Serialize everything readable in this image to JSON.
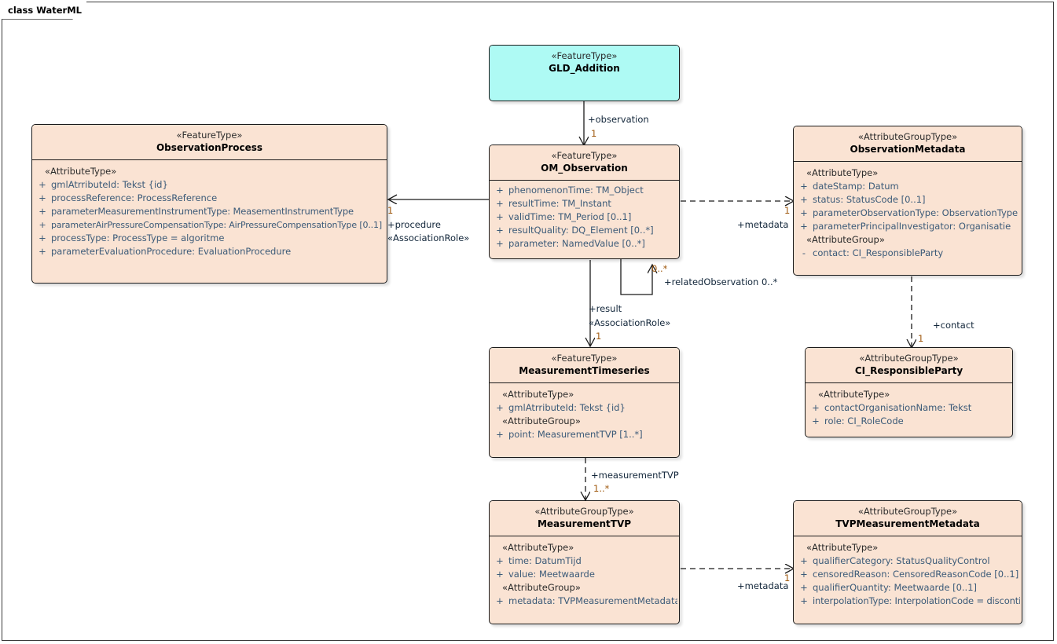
{
  "diagram": {
    "frame_label": "class WaterML",
    "colors": {
      "class_fill": "#fae3d3",
      "highlight_fill": "#aefaf4",
      "border": "#1b1b1b",
      "attribute_text": "#3b5a78",
      "multiplicity_text": "#a05a10"
    }
  },
  "classes": [
    {
      "id": "gld_addition",
      "stereotype": "«FeatureType»",
      "name": "GLD_Addition",
      "highlight": true,
      "compartments": []
    },
    {
      "id": "observation_process",
      "stereotype": "«FeatureType»",
      "name": "ObservationProcess",
      "highlight": false,
      "compartments": [
        {
          "group": "«AttributeType»",
          "attributes": [
            {
              "vis": "+",
              "text": "gmlAtrributeId: Tekst {id}"
            },
            {
              "vis": "+",
              "text": "processReference: ProcessReference"
            },
            {
              "vis": "+",
              "text": "parameterMeasurementInstrumentType: MeasementInstrumentType"
            },
            {
              "vis": "+",
              "text": "parameterAirPressureCompensationType: AirPressureCompensationType [0..1]"
            },
            {
              "vis": "+",
              "text": "processType: ProcessType = algoritme"
            },
            {
              "vis": "+",
              "text": "parameterEvaluationProcedure: EvaluationProcedure"
            }
          ]
        }
      ]
    },
    {
      "id": "om_observation",
      "stereotype": "«FeatureType»",
      "name": "OM_Observation",
      "highlight": false,
      "compartments": [
        {
          "group": null,
          "attributes": [
            {
              "vis": "+",
              "text": "phenomenonTime: TM_Object"
            },
            {
              "vis": "+",
              "text": "resultTime: TM_Instant"
            },
            {
              "vis": "+",
              "text": "validTime: TM_Period [0..1]"
            },
            {
              "vis": "+",
              "text": "resultQuality: DQ_Element [0..*]"
            },
            {
              "vis": "+",
              "text": "parameter: NamedValue [0..*]"
            }
          ]
        }
      ]
    },
    {
      "id": "observation_metadata",
      "stereotype": "«AttributeGroupType»",
      "name": "ObservationMetadata",
      "highlight": false,
      "compartments": [
        {
          "group": "«AttributeType»",
          "attributes": [
            {
              "vis": "+",
              "text": "dateStamp: Datum"
            },
            {
              "vis": "+",
              "text": "status: StatusCode [0..1]"
            },
            {
              "vis": "+",
              "text": "parameterObservationType: ObservationType"
            },
            {
              "vis": "+",
              "text": "parameterPrincipalInvestigator: Organisatie"
            }
          ]
        },
        {
          "group": "«AttributeGroup»",
          "attributes": [
            {
              "vis": "-",
              "text": "contact: CI_ResponsibleParty"
            }
          ]
        }
      ]
    },
    {
      "id": "ci_responsible_party",
      "stereotype": "«AttributeGroupType»",
      "name": "CI_ResponsibleParty",
      "highlight": false,
      "compartments": [
        {
          "group": "«AttributeType»",
          "attributes": [
            {
              "vis": "+",
              "text": "contactOrganisationName: Tekst"
            },
            {
              "vis": "+",
              "text": "role: CI_RoleCode"
            }
          ]
        }
      ]
    },
    {
      "id": "measurement_timeseries",
      "stereotype": "«FeatureType»",
      "name": "MeasurementTimeseries",
      "highlight": false,
      "compartments": [
        {
          "group": "«AttributeType»",
          "attributes": [
            {
              "vis": "+",
              "text": "gmlAtrributeId: Tekst {id}"
            }
          ]
        },
        {
          "group": "«AttributeGroup»",
          "attributes": [
            {
              "vis": "+",
              "text": "point: MeasurementTVP [1..*]"
            }
          ]
        }
      ]
    },
    {
      "id": "measurement_tvp",
      "stereotype": "«AttributeGroupType»",
      "name": "MeasurementTVP",
      "highlight": false,
      "compartments": [
        {
          "group": "«AttributeType»",
          "attributes": [
            {
              "vis": "+",
              "text": "time: DatumTijd"
            },
            {
              "vis": "+",
              "text": "value: Meetwaarde"
            }
          ]
        },
        {
          "group": "«AttributeGroup»",
          "attributes": [
            {
              "vis": "+",
              "text": "metadata: TVPMeasurementMetadata"
            }
          ]
        }
      ]
    },
    {
      "id": "tvp_measurement_metadata",
      "stereotype": "«AttributeGroupType»",
      "name": "TVPMeasurementMetadata",
      "highlight": false,
      "compartments": [
        {
          "group": "«AttributeType»",
          "attributes": [
            {
              "vis": "+",
              "text": "qualifierCategory: StatusQualityControl"
            },
            {
              "vis": "+",
              "text": "censoredReason: CensoredReasonCode [0..1]"
            },
            {
              "vis": "+",
              "text": "qualifierQuantity: Meetwaarde [0..1]"
            },
            {
              "vis": "+",
              "text": "interpolationType: InterpolationCode = discontinu"
            }
          ]
        }
      ]
    }
  ],
  "connectors": [
    {
      "id": "observation",
      "from": "gld_addition",
      "to": "om_observation",
      "role": "+observation",
      "multiplicity": "1",
      "stereotype": null,
      "style": "solid"
    },
    {
      "id": "procedure",
      "from": "om_observation",
      "to": "observation_process",
      "role": "+procedure",
      "multiplicity": "1",
      "stereotype": "«AssociationRole»",
      "style": "solid"
    },
    {
      "id": "metadata_observation",
      "from": "om_observation",
      "to": "observation_metadata",
      "role": "+metadata",
      "multiplicity": "1",
      "stereotype": null,
      "style": "dashed"
    },
    {
      "id": "related_observation",
      "from": "om_observation",
      "to": "om_observation",
      "role": "+relatedObservation 0..*",
      "multiplicity": "0..*",
      "stereotype": null,
      "style": "solid"
    },
    {
      "id": "result",
      "from": "om_observation",
      "to": "measurement_timeseries",
      "role": "+result",
      "multiplicity": "1",
      "stereotype": "«AssociationRole»",
      "style": "solid"
    },
    {
      "id": "contact",
      "from": "observation_metadata",
      "to": "ci_responsible_party",
      "role": "+contact",
      "multiplicity": "1",
      "stereotype": null,
      "style": "dashed"
    },
    {
      "id": "measurement_tvp_link",
      "from": "measurement_timeseries",
      "to": "measurement_tvp",
      "role": "+measurementTVP",
      "multiplicity": "1..*",
      "stereotype": null,
      "style": "dashed"
    },
    {
      "id": "metadata_tvp",
      "from": "measurement_tvp",
      "to": "tvp_measurement_metadata",
      "role": "+metadata",
      "multiplicity": "1",
      "stereotype": null,
      "style": "dashed"
    }
  ]
}
